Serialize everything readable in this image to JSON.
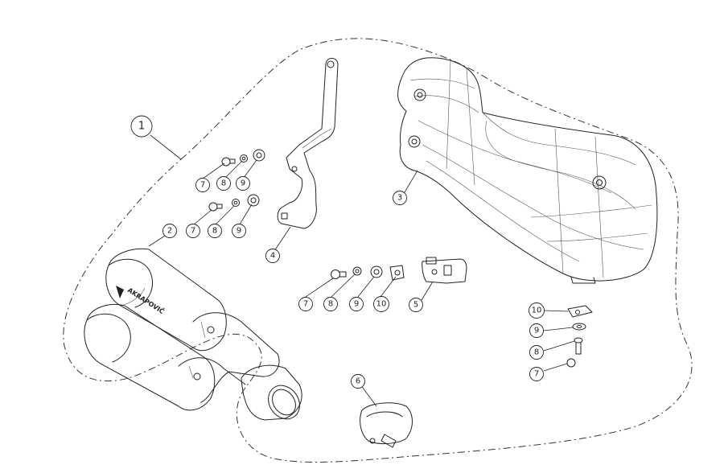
{
  "callouts": {
    "c1": "1",
    "c2": "2",
    "c3": "3",
    "c4": "4",
    "c5": "5",
    "c6": "6",
    "c7a": "7",
    "c8a": "8",
    "c9a": "9",
    "c7b": "7",
    "c8b": "8",
    "c9b": "9",
    "c7c": "7",
    "c8c": "8",
    "c9c": "9",
    "c10c": "10",
    "c10d": "10",
    "c9d": "9",
    "c8d": "8",
    "c7d": "7"
  },
  "logo_text": "AKRAPOVIČ"
}
